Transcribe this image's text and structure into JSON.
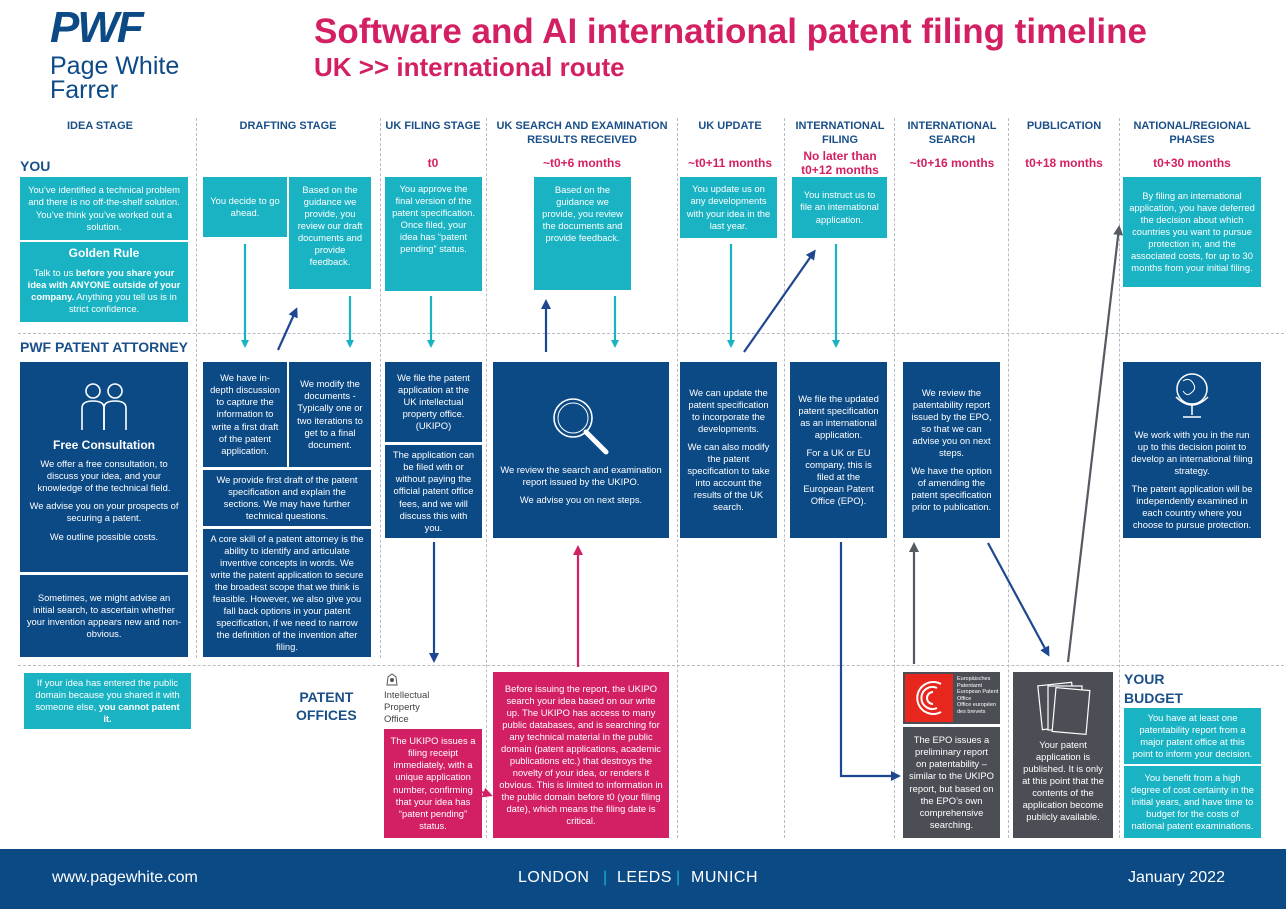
{
  "brand": {
    "mark": "PWF",
    "name_line1": "Page White",
    "name_line2": "Farrer"
  },
  "title": "Software and AI international patent filing timeline",
  "subtitle": "UK >> international route",
  "stages": [
    {
      "label": "IDEA STAGE"
    },
    {
      "label": "DRAFTING STAGE"
    },
    {
      "label": "UK FILING STAGE"
    },
    {
      "label": "UK SEARCH AND EXAMINATION RESULTS RECEIVED"
    },
    {
      "label": "UK UPDATE"
    },
    {
      "label": "INTERNATIONAL FILING"
    },
    {
      "label": "INTERNATIONAL SEARCH"
    },
    {
      "label": "PUBLICATION"
    },
    {
      "label": "NATIONAL/REGIONAL PHASES"
    }
  ],
  "times": [
    "t0",
    "~t0+6 months",
    "~t0+11 months",
    "No later than t0+12 months",
    "~t0+16 months",
    "t0+18 months",
    "t0+30 months"
  ],
  "rows": {
    "you": "YOU",
    "attorney": "PWF PATENT ATTORNEY",
    "offices_1": "PATENT",
    "offices_2": "OFFICES",
    "budget_1": "YOUR",
    "budget_2": "BUDGET"
  },
  "you": {
    "idea": "You’ve identified a technical problem and there is no off-the-shelf solution. You’ve think you’ve worked out a solution.",
    "golden_title": "Golden Rule",
    "golden_pre": "Talk to us ",
    "golden_bold": "before you share your idea with ANYONE outside of your company.",
    "golden_post": " Anything you tell us is in strict confidence.",
    "decide": "You decide to go ahead.",
    "review": "Based on the guidance we provide, you review our draft documents and provide feedback.",
    "approve": "You approve the final version of the patent specification. Once filed, your idea has “patent pending” status.",
    "search_feedback": "Based on the guidance we provide, you review the documents and provide feedback.",
    "update": "You update us on any developments with your idea in the last year.",
    "instruct": "You instruct us to file an international application.",
    "national": "By filing an international application, you have deferred the decision about which countries you want to pursue protection in, and the associated costs, for up to 30 months from your initial filing."
  },
  "attorney": {
    "consult_title": "Free Consultation",
    "consult_p1": "We offer a free consultation, to discuss your idea, and your knowledge of the technical field.",
    "consult_p2": "We advise you on your prospects of securing a patent.",
    "consult_p3": "We outline possible costs.",
    "initial_search": "Sometimes, we might advise an initial search, to ascertain whether your invention appears new and non-obvious.",
    "discussion": "We have in-depth discussion to capture the information to write a first draft of the patent application.",
    "modify": "We modify the documents - Typically one or two iterations to get to a final document.",
    "first_draft": "We provide first draft of the patent specification and explain the sections. We may have further technical questions.",
    "core_skill": "A core skill of a patent attorney is the ability to identify and articulate inventive concepts in words. We write the patent application to secure the broadest scope that we think is feasible. However, we also give you fall back options in your patent specification, if we need to narrow the definition of the invention after filing.",
    "file_ukipo": "We file the patent application at the UK intellectual property office. (UKIPO)",
    "fees": "The application can be filed with or without paying the official patent office fees, and we will discuss this with you.",
    "review_report_p1": "We review the search and examination report issued by the UKIPO.",
    "review_report_p2": "We advise you on next steps.",
    "update_p1": "We can update the patent specification to incorporate the developments.",
    "update_p2": "We can also modify the patent specification to take into account the results of the UK search.",
    "intl_p1": "We file the updated patent specification as an international application.",
    "intl_p2": "For a UK or EU company, this is filed at the European Patent Office (EPO).",
    "epo_p1": "We review the patentability report issued by the EPO, so that we can advise you on next steps.",
    "epo_p2": "We have the option of amending the patent specification prior to publication.",
    "national_p1": "We work with you in the run up to this decision point to develop an international filing strategy.",
    "national_p2": "The patent application will be independently examined in each country where you choose to pursue protection."
  },
  "offices": {
    "public_domain_pre": "If your idea has entered the public domain because you shared it with someone else, ",
    "public_domain_bold": "you cannot patent it.",
    "ipo_logo_1": "Intellectual",
    "ipo_logo_2": "Property",
    "ipo_logo_3": "Office",
    "ukipo_receipt": "The UKIPO issues a filing receipt immediately, with a unique application number, confirming that your idea has “patent pending” status.",
    "ukipo_search": "Before issuing the report, the UKIPO search your idea based on our write up. The UKIPO has access to many public databases, and is searching for any technical material in the public domain (patent applications, academic publications etc.) that destroys the novelty of your idea, or renders it obvious. This is limited to information in the public domain before t0 (your filing date), which means the filing date is critical.",
    "epo_logo_1": "Europäisches Patentamt",
    "epo_logo_2": "European Patent Office",
    "epo_logo_3": "Office européen des brevets",
    "epo_report": "The EPO issues a preliminary report on patentability – similar to the UKIPO report, but based on the EPO’s own comprehensive searching.",
    "published": "Your patent application is published. It is only at this point that the contents of the application become publicly available."
  },
  "budget": {
    "b1": "You have at least one patentability report from a major patent office at this point to inform your decision.",
    "b2": "You benefit from a high degree of cost certainty in the initial years, and have time to budget for the costs of national patent examinations."
  },
  "footer": {
    "url": "www.pagewhite.com",
    "offices": [
      "LONDON",
      "LEEDS",
      "MUNICH"
    ],
    "date": "January 2022"
  },
  "colors": {
    "teal": "#1ab3c3",
    "navy": "#0c4a86",
    "pink": "#d31f63",
    "grey": "#4b4e55"
  }
}
